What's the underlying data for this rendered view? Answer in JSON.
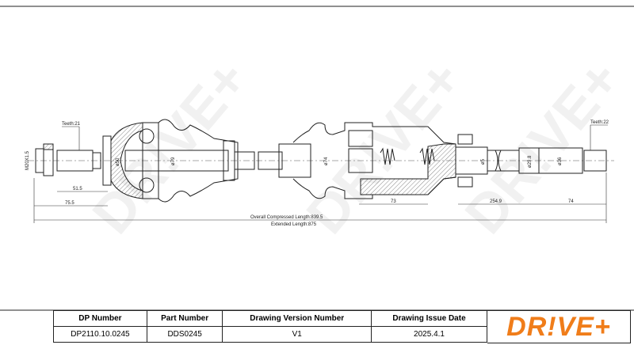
{
  "drawing": {
    "teeth_left": "Teeth:21",
    "teeth_right": "Teeth:22",
    "thread": "M20X1.5",
    "dims": {
      "d50": "ø50",
      "d79": "ø79",
      "d74": "ø74",
      "d5": "ø5",
      "d29_8": "ø29.8",
      "d36": "ø36",
      "l51_5": "51.5",
      "l75_5": "75.5",
      "l73": "73",
      "l254_9": "254.9",
      "l74": "74"
    },
    "overall_compressed": "Overall  Compressed  Length:839.5",
    "extended": "Extended  Length:875",
    "watermark": "DR!VE+"
  },
  "title_block": {
    "headers": [
      "DP Number",
      "Part Number",
      "Drawing Version Number",
      "Drawing Issue Date"
    ],
    "values": [
      "DP2110.10.0245",
      "DDS0245",
      "V1",
      "2025.4.1"
    ],
    "logo": "DR!VE+"
  },
  "colors": {
    "brand": "#f07d1a"
  }
}
